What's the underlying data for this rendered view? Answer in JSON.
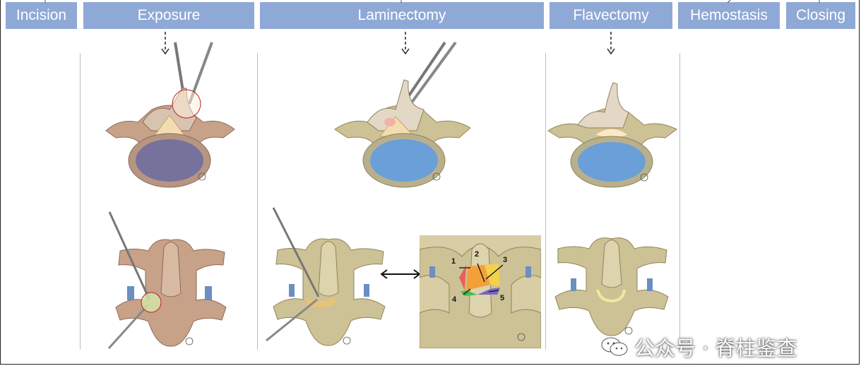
{
  "stages": [
    {
      "label": "Incision"
    },
    {
      "label": "Exposure"
    },
    {
      "label": "Laminectomy"
    },
    {
      "label": "Flavectomy"
    },
    {
      "label": "Hemostasis"
    },
    {
      "label": "Closing"
    }
  ],
  "technique_steps": [
    "1",
    "2",
    "3",
    "4",
    "5"
  ],
  "watermark": {
    "text": "公众号 · 脊柱鉴查"
  },
  "colors": {
    "stage_bar": "#8fa9d6",
    "bone_exposure": "#c8a189",
    "bone_laminectomy": "#cdc196",
    "disc_blue": "#6a9fd8",
    "ligament": "#f3dcb1"
  }
}
